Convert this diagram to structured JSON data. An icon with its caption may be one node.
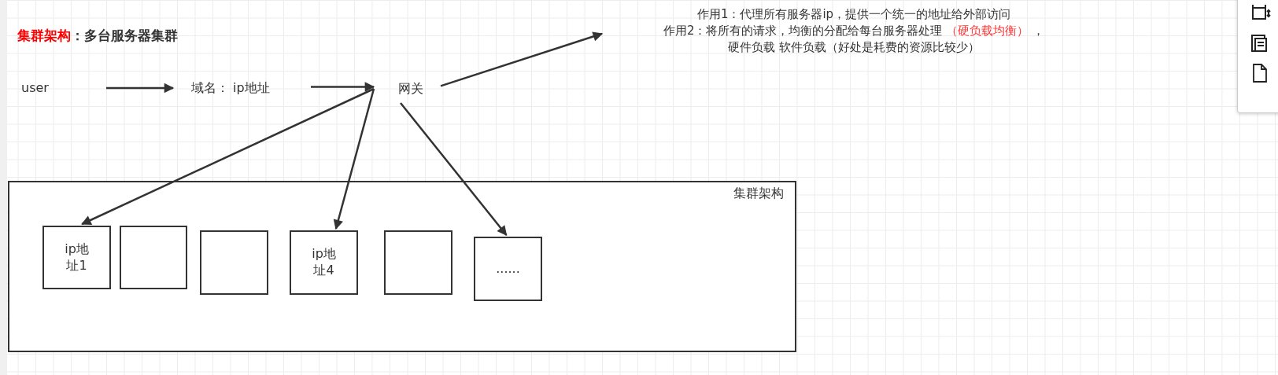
{
  "diagram": {
    "title": "**集群架构**：多台服务器集群",
    "nodes": [
      {
        "text": [
          "user"
        ]
      },
      {
        "text": [
          "域名：  ip地址"
        ]
      },
      {
        "text": [
          "网关"
        ]
      },
      {
        "text": [
          "作用1：代理所有服务器ip，提供一个统一的地址给外部访问",
          "作用2：将所有的请求，均衡的分配给每台服务器处理 *（硬负载均衡）* ，",
          "硬件负载  软件负载（好处是耗费的资源比较少）"
        ]
      },
      {
        "text": [
          "集群架构"
        ]
      },
      {
        "text": [
          "ip地址1"
        ],
        "in": 4
      },
      {
        "text": [],
        "shape": "box",
        "in": 4
      },
      {
        "text": [],
        "shape": "box",
        "in": 4
      },
      {
        "text": [
          "ip地址4"
        ],
        "in": 4
      },
      {
        "text": [],
        "shape": "box",
        "in": 4
      },
      {
        "text": [
          "......"
        ],
        "in": 4
      }
    ],
    "edges": [
      {
        "from": 0,
        "to": 1,
        "arrow": "to"
      },
      {
        "from": 1,
        "to": 2,
        "arrow": "to"
      },
      {
        "from": 2,
        "to": 3,
        "arrow": "to"
      },
      {
        "from": 2,
        "to": 5,
        "arrow": "to"
      },
      {
        "from": 2,
        "to": 8,
        "arrow": "to"
      },
      {
        "from": 2,
        "to": 10,
        "arrow": "to"
      }
    ]
  }
}
